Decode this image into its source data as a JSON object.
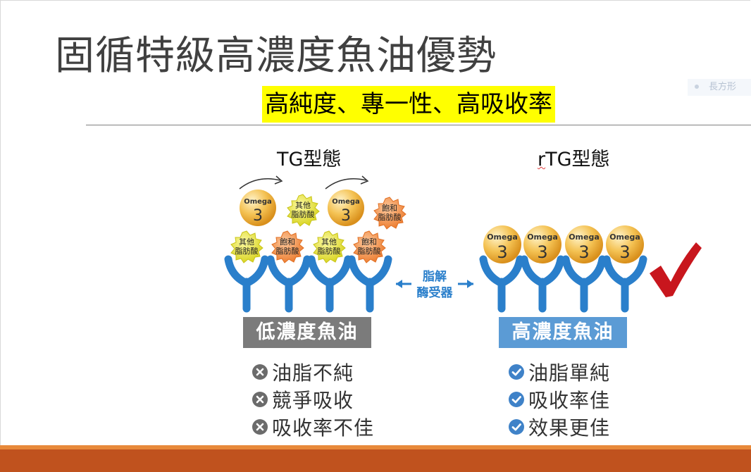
{
  "slide": {
    "title": "固循特級高濃度魚油優勢",
    "subtitle": "高純度、專一性、高吸收率",
    "ghost_shape_label": "長方形"
  },
  "diagram": {
    "tg_title": "TG型態",
    "rtg_prefix": "r",
    "rtg_rest": "TG型態",
    "omega_word": "Omega",
    "omega_number": "3",
    "other_fatty_acid": [
      "其他",
      "脂肪酸"
    ],
    "saturated_fatty_acid": [
      "飽和",
      "脂肪酸"
    ],
    "lipase_receptor": [
      "脂解",
      "酶受器"
    ],
    "low_label": "低濃度魚油",
    "high_label": "高濃度魚油",
    "low_points": [
      "油脂不純",
      "競爭吸收",
      "吸收率不佳"
    ],
    "high_points": [
      "油脂單純",
      "吸收率佳",
      "效果更佳"
    ]
  },
  "colors": {
    "receptor_blue": "#2a7fcb",
    "omega_gold": "#f0b13a",
    "other_yellow": "#e8e21c",
    "saturated_orange": "#f08a3c",
    "check_red": "#c8161d",
    "low_box": "#7b7b7b",
    "high_box": "#5b9bd5",
    "highlight": "#ffff00",
    "bottom_bar": "#c0521e"
  }
}
